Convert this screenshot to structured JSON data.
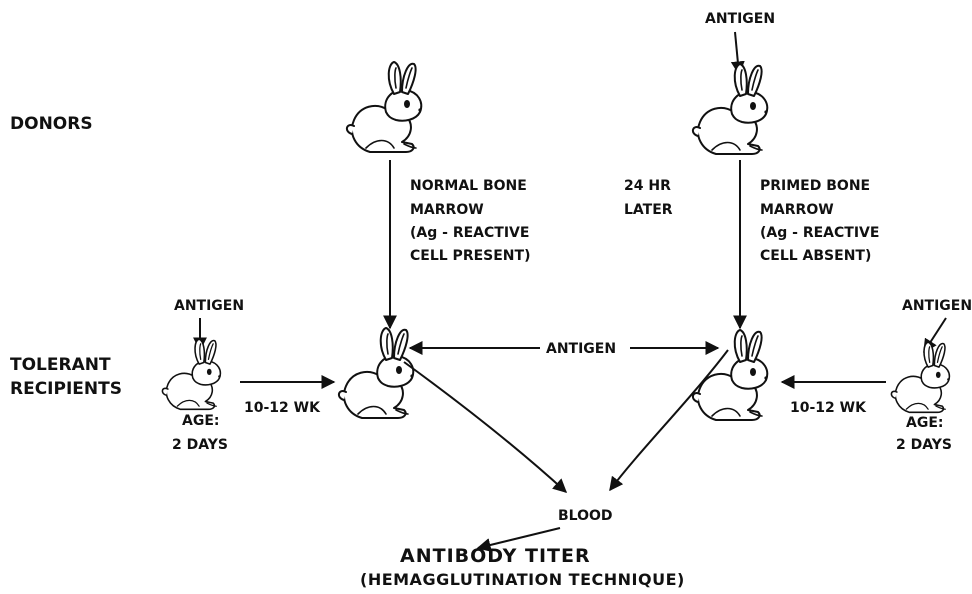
{
  "rows": {
    "donors": "DONORS",
    "tolerant_line1": "TOLERANT",
    "tolerant_line2": "RECIPIENTS"
  },
  "top_antigen": "ANTIGEN",
  "normal_marrow": {
    "line1": "NORMAL BONE",
    "line2": "MARROW",
    "line3": "(Ag - REACTIVE",
    "line4": "CELL PRESENT)"
  },
  "primed_marrow": {
    "line1": "PRIMED BONE",
    "line2": "MARROW",
    "line3": "(Ag - REACTIVE",
    "line4": "CELL ABSENT)"
  },
  "later": {
    "line1": "24 HR",
    "line2": "LATER"
  },
  "left_infant": {
    "antigen": "ANTIGEN",
    "age_line1": "AGE:",
    "age_line2": "2 DAYS",
    "interval": "10-12 WK"
  },
  "right_infant": {
    "antigen": "ANTIGEN",
    "age_line1": "AGE:",
    "age_line2": "2 DAYS",
    "interval": "10-12 WK"
  },
  "middle_antigen": "ANTIGEN",
  "blood": "BLOOD",
  "result": {
    "line1": "ANTIBODY TITER",
    "line2": "(HEMAGGLUTINATION TECHNIQUE)"
  }
}
